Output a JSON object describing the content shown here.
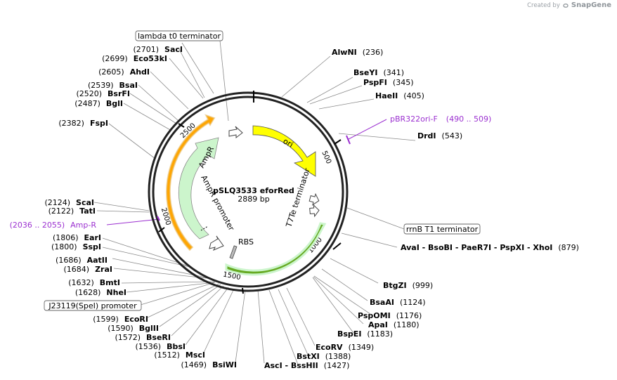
{
  "branding": {
    "created_by": "Created by",
    "app_name": "SnapGene"
  },
  "plasmid": {
    "name": "pSLQ3533 eforRed",
    "size_label": "2889 bp",
    "length": 2889
  },
  "ticks": [
    {
      "pos": 500,
      "label": "500"
    },
    {
      "pos": 1000,
      "label": "1000"
    },
    {
      "pos": 1500,
      "label": "1500"
    },
    {
      "pos": 2000,
      "label": "2000"
    },
    {
      "pos": 2500,
      "label": "2500"
    }
  ],
  "features": [
    {
      "name": "ori",
      "color": "#ffff00"
    },
    {
      "name": "AmpR",
      "color": "#ccf5cc"
    },
    {
      "name": "AmpR promoter",
      "color": "#ffffff"
    },
    {
      "name": "T7Te terminator",
      "color": "#ffffff"
    },
    {
      "name": "RBS",
      "color": "#ffffff"
    },
    {
      "name": "eforRed",
      "color": "#66aa22"
    },
    {
      "name": "orange-feature",
      "color": "#ffa500"
    }
  ],
  "labels": {
    "right": [
      {
        "name": "AlwNI",
        "pos": "(236)"
      },
      {
        "name": "BseYI",
        "pos": "(341)"
      },
      {
        "name": "PspFI",
        "pos": "(345)"
      },
      {
        "name": "HaeII",
        "pos": "(405)"
      },
      {
        "name": "DrdI",
        "pos": "(543)"
      },
      {
        "name": "AvaI - BsoBI - PaeR7I - PspXI - XhoI",
        "pos": "(879)"
      },
      {
        "name": "BtgZI",
        "pos": "(999)"
      },
      {
        "name": "BsaAI",
        "pos": "(1124)"
      },
      {
        "name": "PspOMI",
        "pos": "(1176)"
      },
      {
        "name": "ApaI",
        "pos": "(1180)"
      },
      {
        "name": "BspEI",
        "pos": "(1183)"
      },
      {
        "name": "EcoRV",
        "pos": "(1349)"
      },
      {
        "name": "BstXI",
        "pos": "(1388)"
      },
      {
        "name": "AscI - BssHII",
        "pos": "(1427)"
      }
    ],
    "left": [
      {
        "name": "SacI",
        "pos": "(2701)"
      },
      {
        "name": "Eco53kI",
        "pos": "(2699)"
      },
      {
        "name": "AhdI",
        "pos": "(2605)"
      },
      {
        "name": "BsaI",
        "pos": "(2539)"
      },
      {
        "name": "BsrFI",
        "pos": "(2520)"
      },
      {
        "name": "BglI",
        "pos": "(2487)"
      },
      {
        "name": "FspI",
        "pos": "(2382)"
      },
      {
        "name": "ScaI",
        "pos": "(2124)"
      },
      {
        "name": "TatI",
        "pos": "(2122)"
      },
      {
        "name": "EarI",
        "pos": "(1806)"
      },
      {
        "name": "SspI",
        "pos": "(1800)"
      },
      {
        "name": "AatII",
        "pos": "(1686)"
      },
      {
        "name": "ZraI",
        "pos": "(1684)"
      },
      {
        "name": "BmtI",
        "pos": "(1632)"
      },
      {
        "name": "NheI",
        "pos": "(1628)"
      },
      {
        "name": "EcoRI",
        "pos": "(1599)"
      },
      {
        "name": "BglII",
        "pos": "(1590)"
      },
      {
        "name": "BseRI",
        "pos": "(1572)"
      },
      {
        "name": "BbsI",
        "pos": "(1536)"
      },
      {
        "name": "MscI",
        "pos": "(1512)"
      },
      {
        "name": "BsiWI",
        "pos": "(1469)"
      }
    ],
    "primers": [
      {
        "name": "pBR322ori-F",
        "range": "(490 .. 509)"
      },
      {
        "name": "Amp-R",
        "range": "(2036 .. 2055)"
      }
    ],
    "boxed": [
      {
        "text": "lambda t0 terminator"
      },
      {
        "text": "rrnB T1 terminator"
      },
      {
        "text": "J23119(SpeI) promoter"
      }
    ]
  },
  "colors": {
    "backbone": "#222222",
    "primer": "#9b30d0",
    "leader": "#888888"
  }
}
